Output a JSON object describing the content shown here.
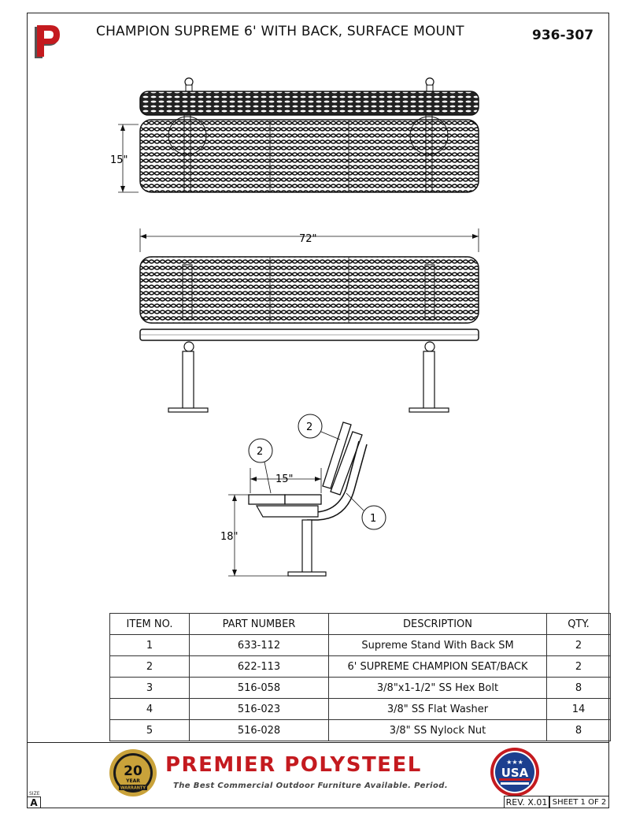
{
  "header": {
    "title": "CHAMPION SUPREME 6' WITH BACK, SURFACE MOUNT",
    "doc_number": "936-307"
  },
  "dimensions": {
    "height_top": "15\"",
    "length": "72\"",
    "seat_depth": "15\"",
    "seat_height": "18\""
  },
  "callouts": {
    "balloon_1": "1",
    "balloon_2a": "2",
    "balloon_2b": "2"
  },
  "bom": {
    "headers": [
      "ITEM NO.",
      "PART NUMBER",
      "DESCRIPTION",
      "QTY."
    ],
    "rows": [
      [
        "1",
        "633-112",
        "Supreme Stand With Back SM",
        "2"
      ],
      [
        "2",
        "622-113",
        "6' SUPREME CHAMPION SEAT/BACK",
        "2"
      ],
      [
        "3",
        "516-058",
        "3/8\"x1-1/2\" SS Hex Bolt",
        "8"
      ],
      [
        "4",
        "516-023",
        "3/8\" SS Flat Washer",
        "14"
      ],
      [
        "5",
        "516-028",
        "3/8\" SS Nylock Nut",
        "8"
      ]
    ]
  },
  "footer": {
    "brand": "PREMIER POLYSTEEL",
    "tagline": "The Best Commercial Outdoor Furniture Available. Period.",
    "warranty_years": "20",
    "warranty_unit": "YEAR",
    "warranty_word": "WARRANTY",
    "usa_text": "USA",
    "size_label": "SIZE",
    "size_value": "A",
    "revision": "REV. X.01",
    "sheet": "SHEET 1 OF 2"
  },
  "colors": {
    "brand_red": "#c41a1f",
    "usa_blue": "#1c3f8f",
    "seal_gold": "#c9a23a"
  }
}
